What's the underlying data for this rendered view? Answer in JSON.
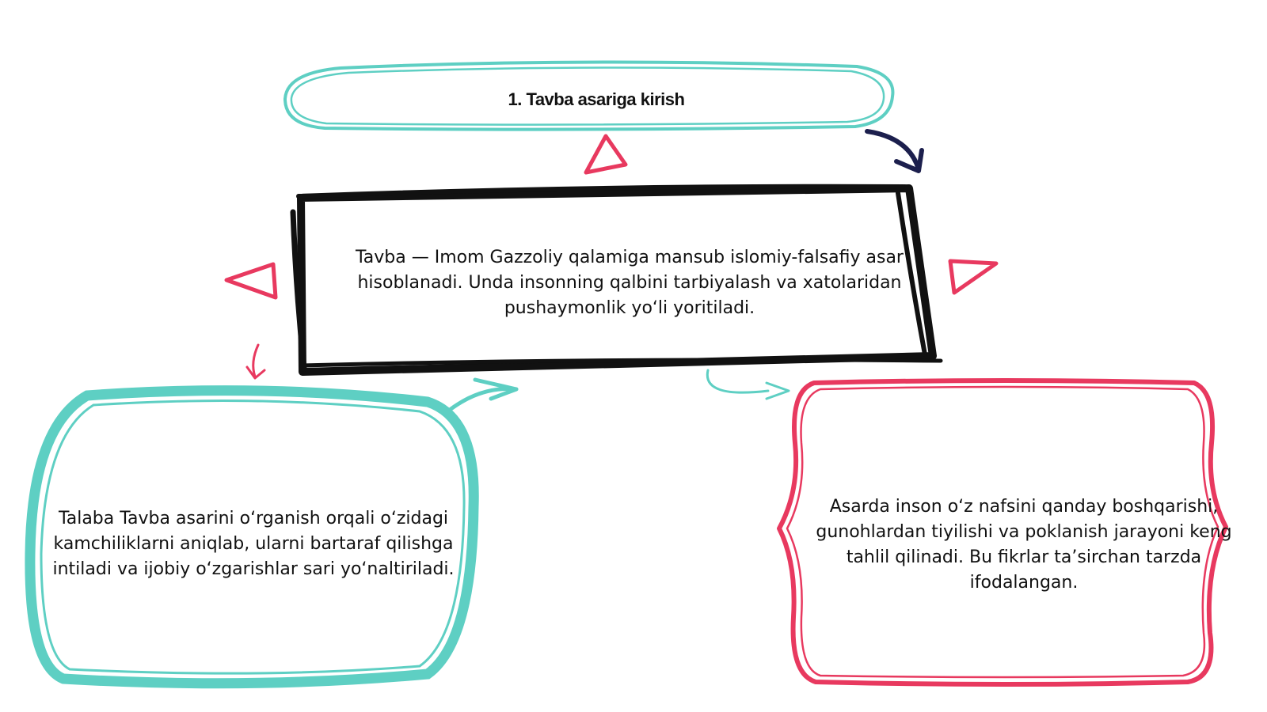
{
  "diagram": {
    "title": "1. Tavba asariga kirish",
    "center_text": "Tavba — Imom Gazzoliy qalamiga mansub islomiy-falsafiy asar hisoblanadi. Unda insonning qalbini tarbiyalash va xatolaridan pushaymonlik yo‘li yoritiladi.",
    "left_text": "Talaba Tavba asarini o‘rganish orqali o‘zidagi kamchiliklarni aniqlab, ularni bartaraf qilishga intiladi va ijobiy o‘zgarishlar sari yo‘naltiriladi.",
    "right_text": "Asarda inson o‘z nafsini qanday boshqarishi, gunohlardan tiyilishi va poklanish jarayoni keng tahlil qilinadi. Bu fikrlar ta’sirchan tarzda ifodalangan."
  },
  "colors": {
    "teal": "#5ecfc3",
    "pink": "#e8395f",
    "navy": "#1c1f4d",
    "ink": "#111111"
  }
}
